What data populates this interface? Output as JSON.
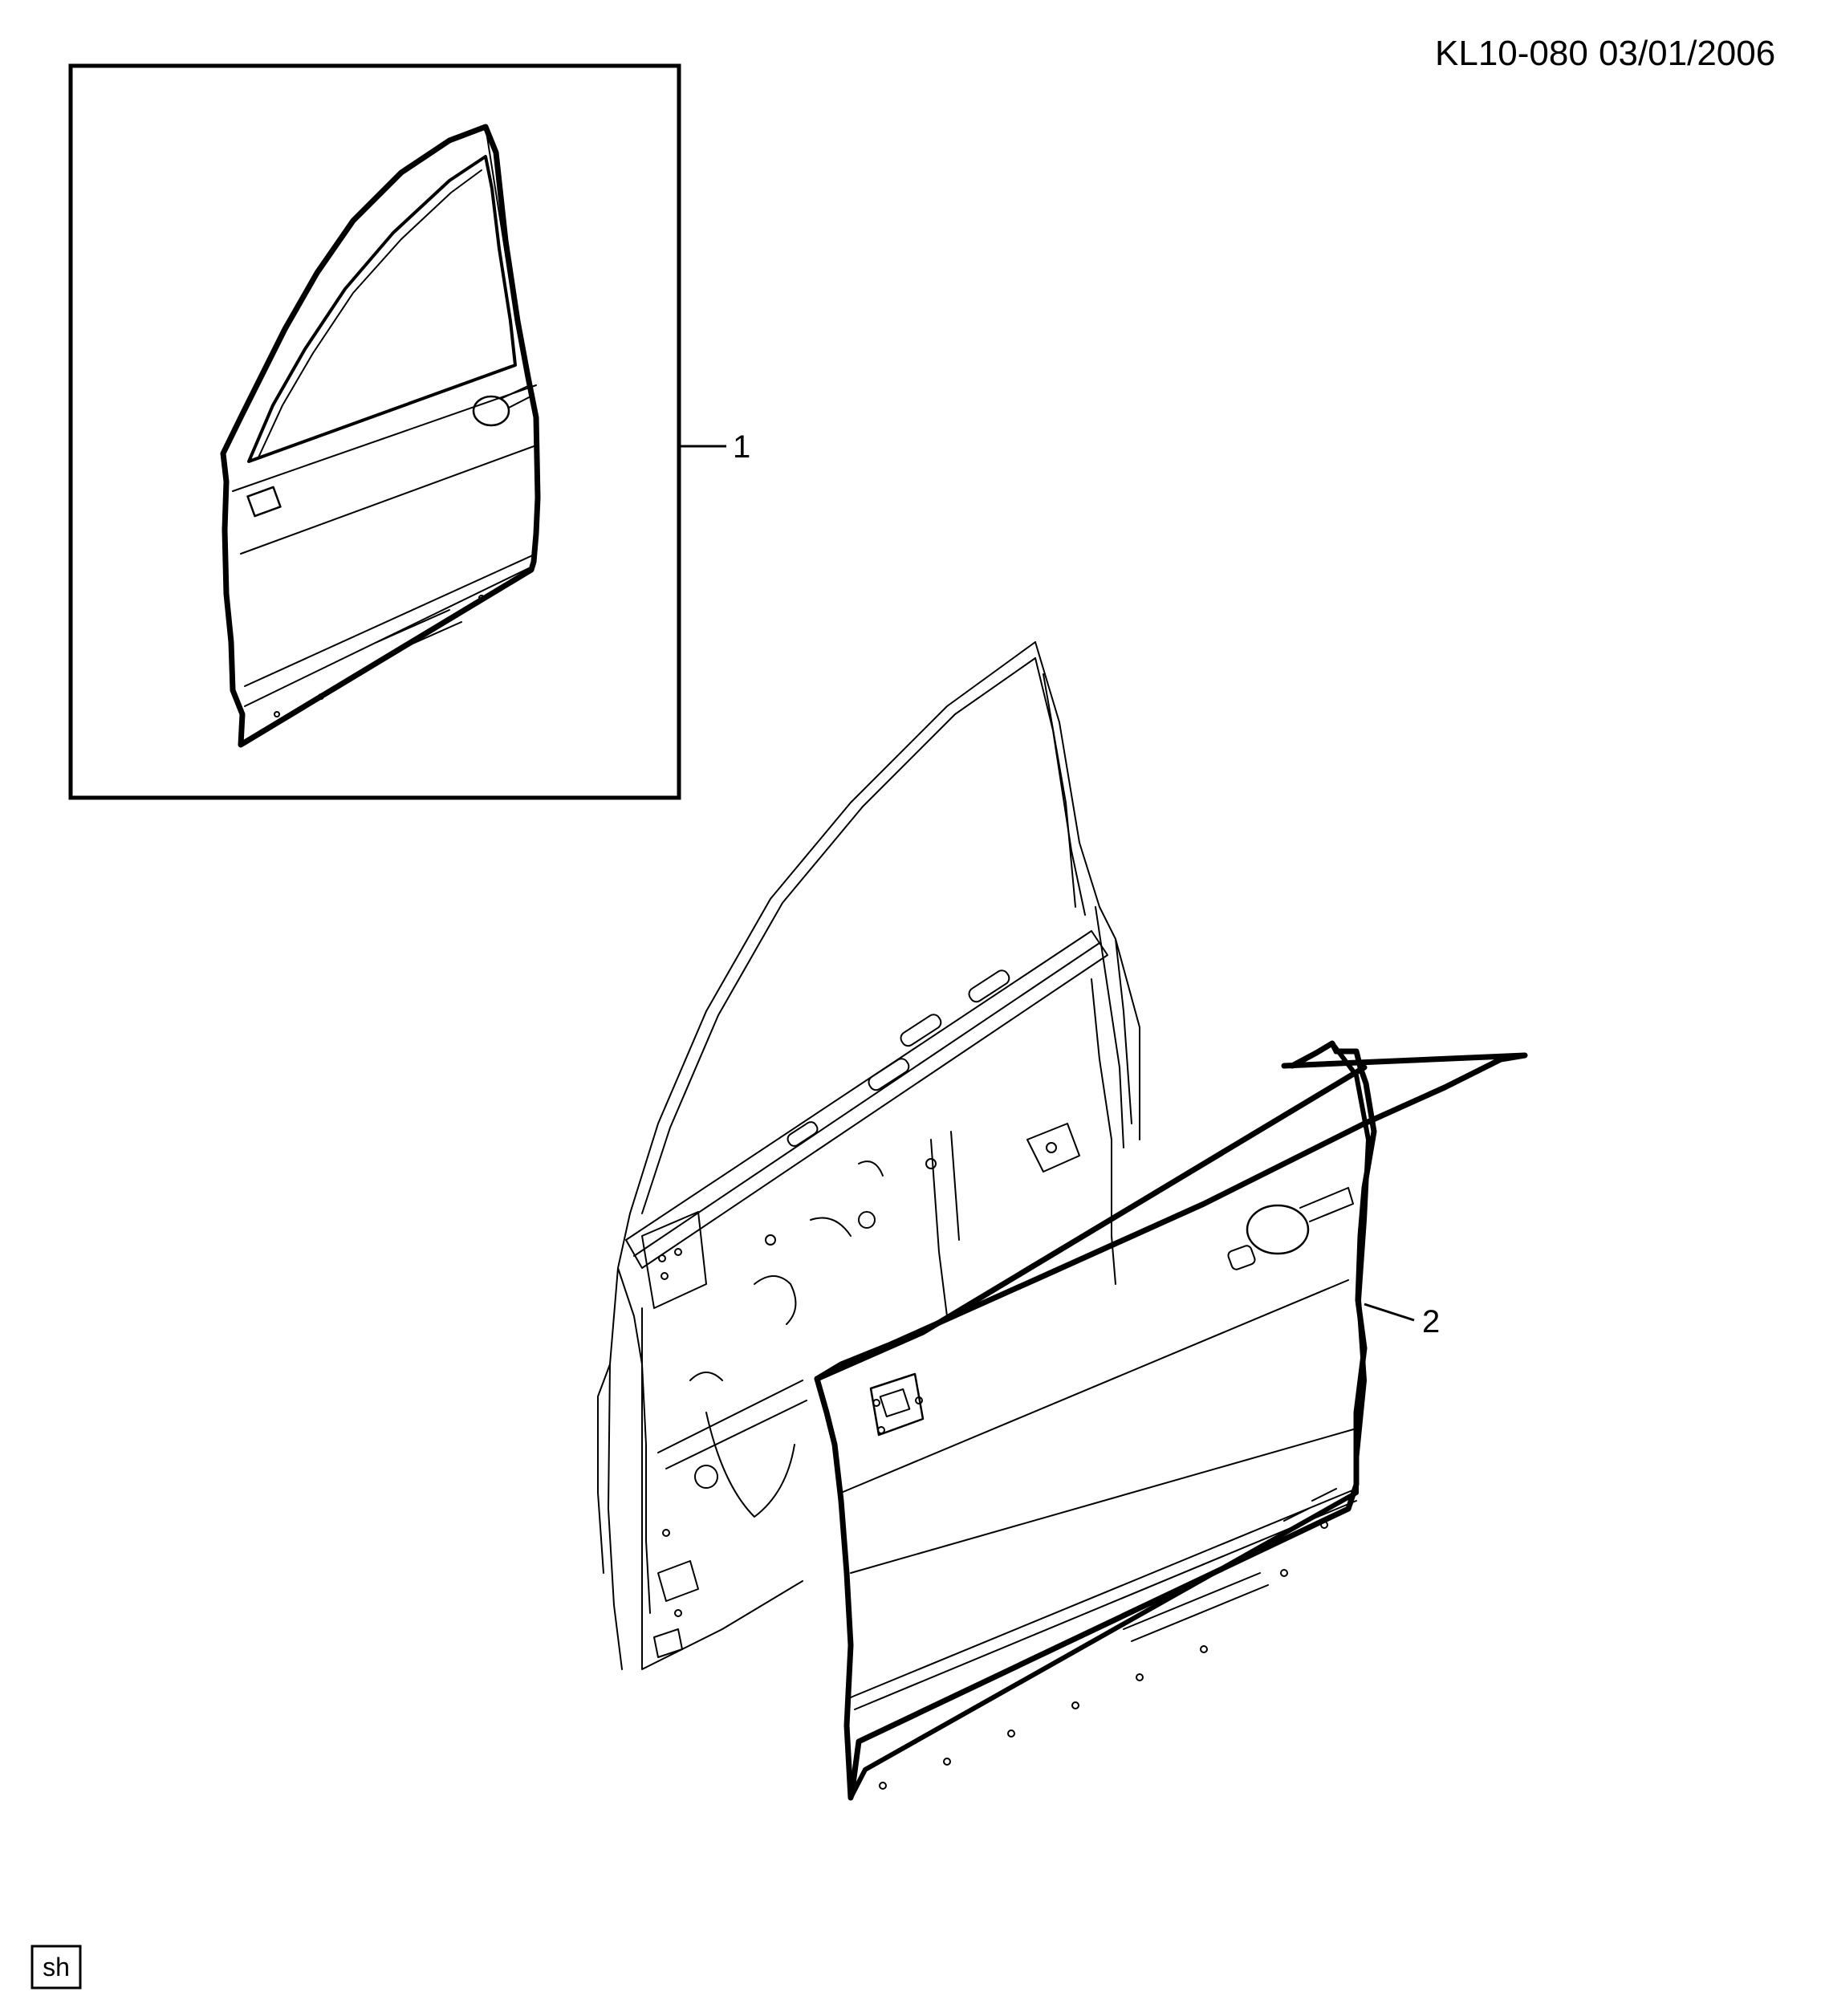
{
  "header": {
    "document_code": "KL10-080",
    "date": "03/01/2006"
  },
  "callouts": [
    {
      "number": "1"
    },
    {
      "number": "2"
    }
  ],
  "footer": {
    "tag": "sh"
  },
  "colors": {
    "line": "#000000",
    "background": "#ffffff"
  }
}
